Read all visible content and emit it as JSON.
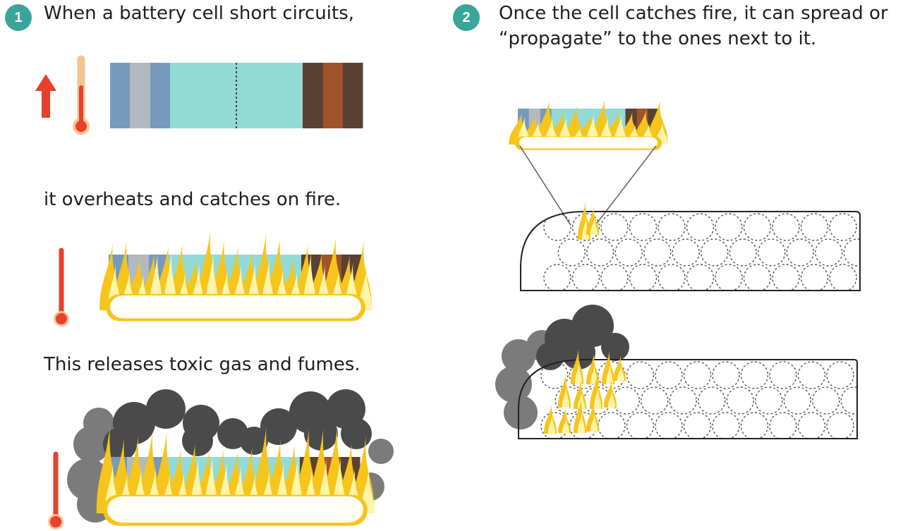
{
  "colors": {
    "badge": "#3aa59a",
    "thermo_bulb": "#e8402a",
    "thermo_tube": "#f3c58e",
    "arrow": "#e8402a",
    "cell_blue": "#7799bb",
    "cell_gray": "#b3b9c1",
    "cell_teal": "#93dad6",
    "cell_brown_dark": "#5a4133",
    "cell_brown": "#a0532a",
    "flame_outer": "#f6c51c",
    "flame_inner": "#fff4a8",
    "flame_core": "#fffdf6",
    "smoke_light": "#7b7b7b",
    "smoke_dark": "#4a4a4a",
    "pack_outline": "#222222"
  },
  "icons": [
    "thermometer-icon",
    "up-arrow-icon",
    "flame-icon",
    "smoke-icon"
  ],
  "step1": {
    "number": "1",
    "caption_short": "When a battery cell short circuits,",
    "caption_fire": "it overheats and catches on fire.",
    "caption_gas": "This releases toxic gas and fumes."
  },
  "step2": {
    "number": "2",
    "caption_line1": "Once the cell catches fire, it can spread or",
    "caption_line2": "“propagate” to the ones next to it."
  }
}
